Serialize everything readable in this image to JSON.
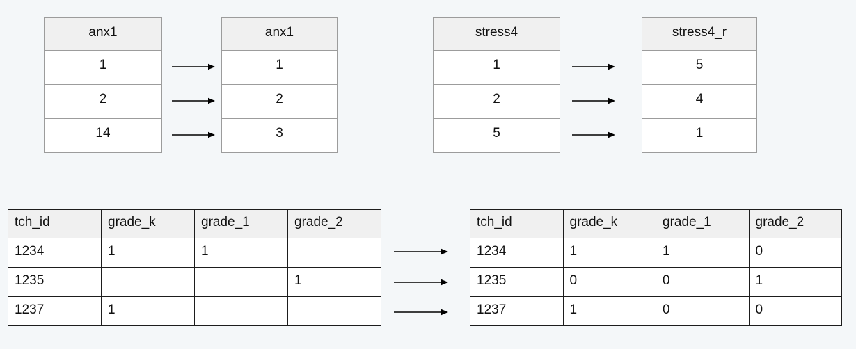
{
  "page": {
    "background": "#f4f7f9",
    "table_header_fill": "#f0f0f0",
    "mini_table_border": "#9c9c9c",
    "wide_table_border": "#1d1d1d",
    "arrow_color": "#000000"
  },
  "anx_recode": {
    "source": {
      "header": "anx1",
      "rows": [
        "1",
        "2",
        "14"
      ]
    },
    "target": {
      "header": "anx1",
      "rows": [
        "1",
        "2",
        "3"
      ]
    }
  },
  "stress_reverse": {
    "source": {
      "header": "stress4",
      "rows": [
        "1",
        "2",
        "5"
      ]
    },
    "target": {
      "header": "stress4_r",
      "rows": [
        "5",
        "4",
        "1"
      ]
    }
  },
  "grade_recode": {
    "source": {
      "headers": [
        "tch_id",
        "grade_k",
        "grade_1",
        "grade_2"
      ],
      "rows": [
        [
          "1234",
          "1",
          "1",
          ""
        ],
        [
          "1235",
          "",
          "",
          "1"
        ],
        [
          "1237",
          "1",
          "",
          ""
        ]
      ]
    },
    "target": {
      "headers": [
        "tch_id",
        "grade_k",
        "grade_1",
        "grade_2"
      ],
      "rows": [
        [
          "1234",
          "1",
          "1",
          "0"
        ],
        [
          "1235",
          "0",
          "0",
          "1"
        ],
        [
          "1237",
          "1",
          "0",
          "0"
        ]
      ]
    }
  }
}
